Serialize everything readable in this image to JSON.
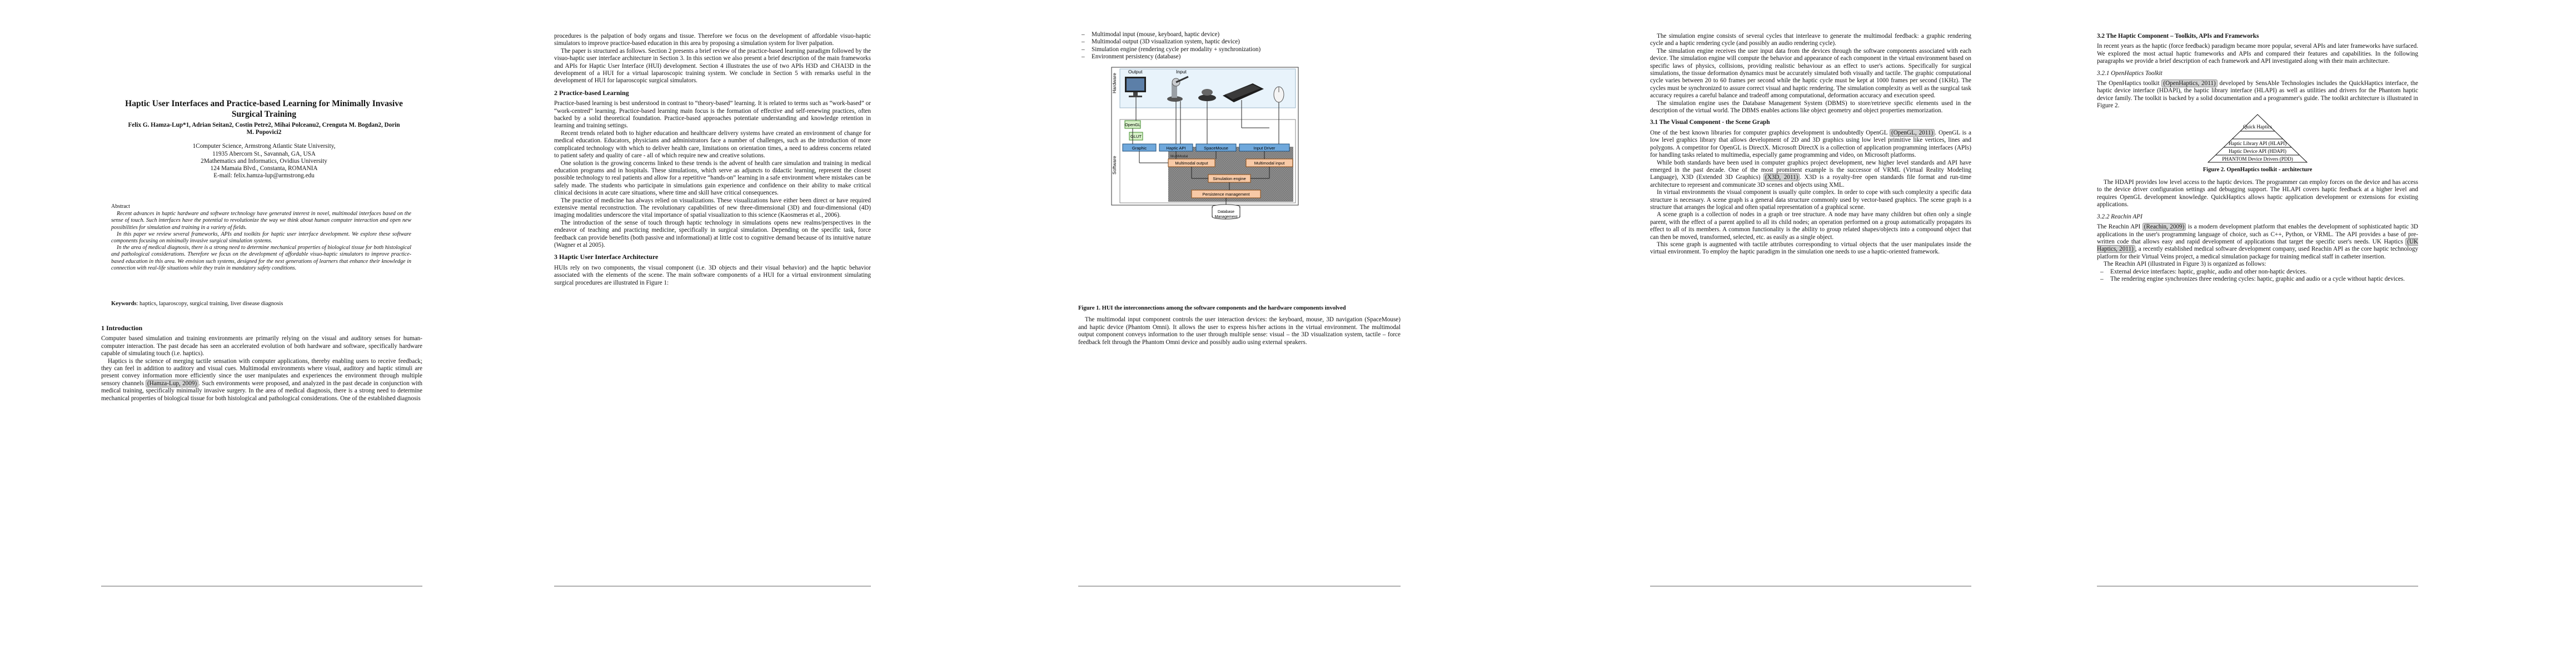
{
  "paper": {
    "title": "Haptic User Interfaces and Practice-based Learning for Minimally Invasive Surgical Training",
    "authors": "Felix G. Hamza-Lup*1, Adrian Seitan2, Costin Petre2, Mihai Polceanu2, Crenguta M. Bogdan2, Dorin M. Popovici2",
    "affiliations": [
      "1Computer Science, Armstrong Atlantic State University,",
      "11935 Abercorn St., Savannah, GA, USA",
      "2Mathematics and Informatics, Ovidius University",
      "124 Mamaia Blvd., Constanta, ROMANIA",
      "E-mail: felix.hamza-lup@armstrong.edu"
    ],
    "abstract_label": "Abstract",
    "abstract": [
      "Recent advances in haptic hardware and software technology have generated interest in novel, multimodal interfaces based on the sense of touch. Such interfaces have the potential to revolutionize the way we think about human computer interaction and open new possibilities for simulation and training in a variety of fields.",
      "In this paper we review several frameworks, APIs and toolkits for haptic user interface development. We explore these software components focusing on minimally invasive surgical simulation systems.",
      "In the area of medical diagnosis, there is a strong need to determine mechanical properties of biological tissue for both histological and pathological considerations. Therefore we focus on the development of affordable visuo-haptic simulators to improve practice-based education in this area. We envision such systems, designed for the next generations of learners that enhance their knowledge in connection with real-life situations while they train in mandatory safety conditions."
    ],
    "keywords_label": "Keywords",
    "keywords": ": haptics, laparoscopy, surgical training, liver disease diagnosis"
  },
  "page1": {
    "sec1_title": "1      Introduction",
    "intro_p1": "Computer based simulation and training environments are primarily relying on the visual and auditory senses for human-computer interaction. The past decade has seen an accelerated evolution of both hardware and software, specifically hardware capable of simulating touch (i.e. haptics).",
    "intro_p2a": "Haptics is the science of merging tactile sensation with computer applications, thereby enabling users to receive feedback; they can feel in addition to auditory and visual cues. Multimodal environments where visual, auditory and haptic stimuli are present convey information more efficiently since the user manipulates and experiences the environment through multiple sensory channels",
    "cite1": "(Hamza-Lup, 2009)",
    "intro_p2b": ". Such environments were proposed, and analyzed in the past decade in conjunction with medical training, specifically minimally invasive surgery. In the area of medical diagnosis, there is a strong need to determine mechanical properties of biological tissue for both histological and pathological considerations. One of the established diagnosis"
  },
  "page2": {
    "p1": "procedures is the palpation of body organs and tissue. Therefore we focus on the development of affordable visuo-haptic simulators to improve practice-based education in this area by proposing a simulation system for liver palpation.",
    "p2": "The paper is structured as follows. Section 2 presents a brief review of the practice-based learning paradigm followed by the visuo-haptic user interface architecture in Section 3. In this section we also present a brief description of the main frameworks and APIs for Haptic User Interface (HUI) development. Section 4 illustrates the use of two APIs H3D and CHAI3D in the development of a HUI for a virtual laparoscopic training system. We conclude in Section 5 with remarks useful in the development of HUI for laparoscopic surgical simulators.",
    "sec2_title": "2      Practice-based Learning",
    "s2p1": "Practice-based learning is best understood in contrast to “theory-based” learning. It is related to terms such as “work-based” or “work-centred” learning. Practice-based learning main focus is the formation of effective and self-renewing practices, often backed by a solid theoretical foundation. Practice-based approaches potentiate understanding and knowledge retention in learning and training settings.",
    "s2p2": "Recent trends related both to higher education and healthcare delivery systems have created an environment of change for medical education. Educators, physicians and administrators face a number of challenges, such as the introduction of more complicated technology with which to deliver health care, limitations on orientation times, a need to address concerns related to patient safety and quality of care - all of which require new and creative solutions.",
    "s2p3": "One solution is the growing concerns linked to these trends is the advent of health care simulation and training in medical education programs and in hospitals. These simulations, which serve as adjuncts to didactic learning, represent the closest possible technology to real patients and allow for a repetitive “hands-on” learning in a safe environment where mistakes can be safely made. The students who participate in simulations gain experience and confidence on their ability to make critical clinical decisions in acute care situations, where time and skill have critical consequences.",
    "s2p4": "The practice of medicine has always relied on visualizations. These visualizations have either been direct or have required extensive mental reconstruction. The revolutionary capabilities of new three-dimensional (3D) and four-dimensional (4D) imaging modalities underscore the vital importance of spatial visualization to this science (Kaosmeras et al., 2006).",
    "s2p5": "The introduction of the sense of touch through haptic technology in simulations opens new realms/perspectives in the endeavor of teaching and practicing medicine, specifically in surgical simulation. Depending on the specific task, force feedback can provide benefits (both passive and informational) at little cost to cognitive demand because of its intuitive nature (Wagner et al 2005).",
    "sec3_title": "3      Haptic User Interface Architecture",
    "s3p1": "HUIs rely on two components, the visual component (i.e. 3D objects and their visual behavior) and the haptic behavior associated with the elements of the scene. The main software components of a HUI for a virtual environment simulating surgical procedures are illustrated in Figure 1:"
  },
  "page3": {
    "bullets": [
      "Multimodal input (mouse, keyboard, haptic device)",
      "Multimodal output (3D visualization system, haptic device)",
      "Simulation engine (rendering cycle per modality + synchronization)",
      "Environment persistency (database)"
    ],
    "figure": {
      "hardware_label": "Hardware",
      "software_label": "Software",
      "output_label": "Output",
      "input_label": "Input",
      "opengl": "OpenGL",
      "glut": "GLUT",
      "drivers": [
        "Graphic",
        "Haptic API",
        "SpaceMouse",
        "Input Driver"
      ],
      "multimodal_output": "Multimodal output",
      "multimodal_input": "Multimodal input",
      "simulation_engine": "Simulation engine",
      "persistence": "Persistence management",
      "database": "Database Management",
      "mm_label": "MultiModal"
    },
    "caption": "Figure 1. HUI the interconnections among the software components and the hardware components involved",
    "p1": "The multimodal input component controls the user interaction devices: the keyboard, mouse, 3D navigation (SpaceMouse) and haptic device (Phantom Omni). It allows the user to express his/her actions in the virtual environment. The multimodal output component conveys information to the user through multiple sense: visual – the 3D visualization system, tactile – force feedback felt through the Phantom Omni device and possibly audio using external speakers."
  },
  "page4": {
    "p1": "The simulation engine consists of several cycles that interleave to generate the multimodal feedback: a graphic rendering cycle and a haptic rendering cycle (and possibly an audio rendering cycle).",
    "p2": "The simulation engine receives the user input data from the devices through the software components associated with each device. The simulation engine will compute the behavior and appearance of each component in the virtual environment based on specific laws of physics, collisions, providing realistic behaviour as an effect to user's actions. Specifically for surgical simulations, the tissue deformation dynamics must be accurately simulated both visually and tactile. The graphic computational cycle varies between 20 to 60 frames per second while the haptic cycle must be kept at 1000 frames per second (1KHz). The cycles must be synchronized to assure correct visual and haptic rendering. The simulation complexity as well as the surgical task accuracy requires a careful balance and tradeoff among computational, deformation accuracy and execution speed.",
    "p3": "The simulation engine uses the Database Management System (DBMS) to store/retrieve specific elements used in the description of the virtual world. The DBMS enables actions like object geometry and object properties memorization.",
    "sec31_title": "3.1      The Visual Component - the Scene Graph",
    "p4a": "One of the best known libraries for computer graphics development is undoubtedly OpenGL",
    "cite2": "(OpenGL, 2011)",
    "p4b": ". OpenGL is a low level graphics library that allows development of 2D and 3D graphics using low level primitive like vertices, lines and polygons. A competitor for OpenGL is DirectX. Microsoft DirectX is a collection of application programming interfaces (APIs) for handling tasks related to multimedia, especially game programming and video, on Microsoft platforms.",
    "p5a": "While both standards have been used in computer graphics project development, new higher level standards and API have emerged in the past decade. One of the most prominent example is the successor of VRML (Virtual Reality Modeling Language), X3D (Extended 3D Graphics)",
    "cite3": "(X3D, 2011)",
    "p5b": ". X3D is a royalty-free open standards file format and run-time architecture to represent and communicate 3D scenes and objects using XML.",
    "p6": "In virtual environments the visual component is usually quite complex. In order to cope with such complexity a specific data structure is necessary. A scene graph is a general data structure commonly used by vector-based graphics. The scene graph is a structure that arranges the logical and often spatial representation of a graphical scene.",
    "p7": "A scene graph is a collection of nodes in a graph or tree structure. A node may have many children but often only a single parent, with the effect of a parent applied to all its child nodes; an operation performed on a group automatically propagates its effect to all of its members. A common functionality is the ability to group related shapes/objects into a compound object that can then be moved, transformed, selected, etc. as easily as a single object.",
    "p8": "This scene graph is augmented with tactile attributes corresponding to virtual objects that the user manipulates inside the virtual environment. To employ the haptic paradigm in the simulation one needs to use a haptic-oriented framework."
  },
  "page5": {
    "sec32_title": "3.2      The Haptic Component – Toolkits, APIs and Frameworks",
    "p1": "In recent years as the haptic (force feedback) paradigm became more popular, several APIs and later frameworks have surfaced. We explored the most actual haptic frameworks and APIs and compared their features and capabilities. In the following paragraphs we provide a brief description of each framework and API investigated along with their main architecture.",
    "sub321": "3.2.1      OpenHaptics Toolkit",
    "p2a": "The OpenHaptics toolkit",
    "cite4": "(OpenHaptics, 2011)",
    "p2b": " developed by SensAble Technologies includes the QuickHaptics interface, the haptic device interface (HDAPI), the haptic library interface (HLAPI) as well as utilities and drivers for the Phantom haptic device family. The toolkit is backed by a solid documentation and a programmer's guide. The toolkit architecture is illustrated in Figure 2.",
    "pyramid": [
      "Quick Haptics",
      "Haptic Library API (HLAPI)",
      "Haptic Device API (HDAPI)",
      "PHANTOM Device Drivers (PDD)"
    ],
    "caption2": "Figure 2. OpenHaptics toolkit - architecture",
    "p3": "The HDAPI provides low level access to the haptic devices. The programmer can employ forces on the device and has access to the device driver configuration settings and debugging support. The HLAPI covers haptic feedback at a higher level and requires OpenGL development knowledge. QuickHaptics allows haptic application development or extensions for existing applications.",
    "sub322": "3.2.2      Reachin API",
    "p4a": "The Reachin API",
    "cite5": "(Reachin, 2009)",
    "p4b": " is a modern development platform that enables the development of sophisticated haptic 3D applications in the user's programming language of choice, such as C++, Python, or VRML. The API provides a base of pre-written code that allows easy and rapid development of applications that target the specific user's needs. UK Haptics",
    "cite6": "(UK Haptics, 2011)",
    "p4c": ", a recently established medical software development company, used Reachin API as the core haptic technology platform for their Virtual Veins project, a medical simulation package for training medical staff in catheter insertion.",
    "p5": "The Reachin API (illustrated in Figure 3) is organized as follows:",
    "bullets": [
      "External device interfaces: haptic, graphic, audio and other non-haptic devices.",
      "The rendering engine synchronizes three rendering cycles: haptic, graphic and audio or a cycle without haptic devices."
    ]
  }
}
